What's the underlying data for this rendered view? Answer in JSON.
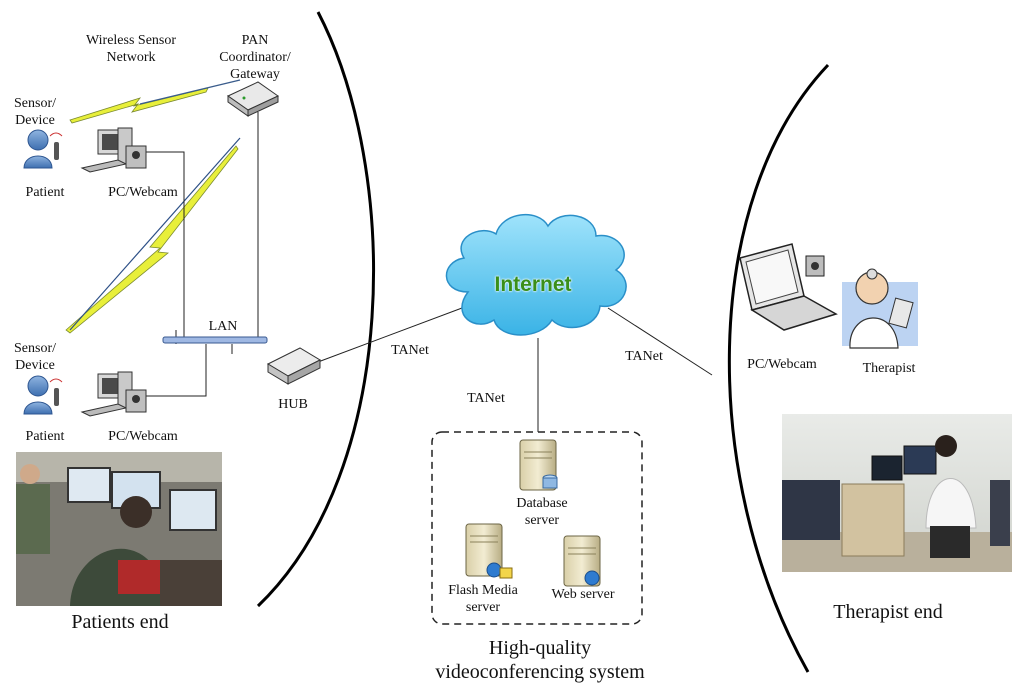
{
  "patients": {
    "wsn_line1": "Wireless Sensor",
    "wsn_line2": "Network",
    "pan_line1": "PAN",
    "pan_line2": "Coordinator/",
    "pan_line3": "Gateway",
    "sensor1_line1": "Sensor/",
    "sensor1_line2": "Device",
    "patient1": "Patient",
    "pc1": "PC/Webcam",
    "sensor2_line1": "Sensor/",
    "sensor2_line2": "Device",
    "patient2": "Patient",
    "pc2": "PC/Webcam",
    "lan": "LAN",
    "hub": "HUB",
    "section_title": "Patients end"
  },
  "network": {
    "internet": "Internet",
    "tanet_left": "TANet",
    "tanet_center": "TANet",
    "tanet_right": "TANet"
  },
  "system": {
    "db_line1": "Database",
    "db_line2": "server",
    "flash_line1": "Flash Media",
    "flash_line2": "server",
    "web": "Web server",
    "title_line1": "High-quality",
    "title_line2": "videoconferencing system"
  },
  "therapist": {
    "pc": "PC/Webcam",
    "therapist": "Therapist",
    "section_title": "Therapist end"
  },
  "colors": {
    "cloud": "#5ec8f0",
    "internet_text": "#3a8f1a",
    "lightning": "#e8ef3a"
  }
}
